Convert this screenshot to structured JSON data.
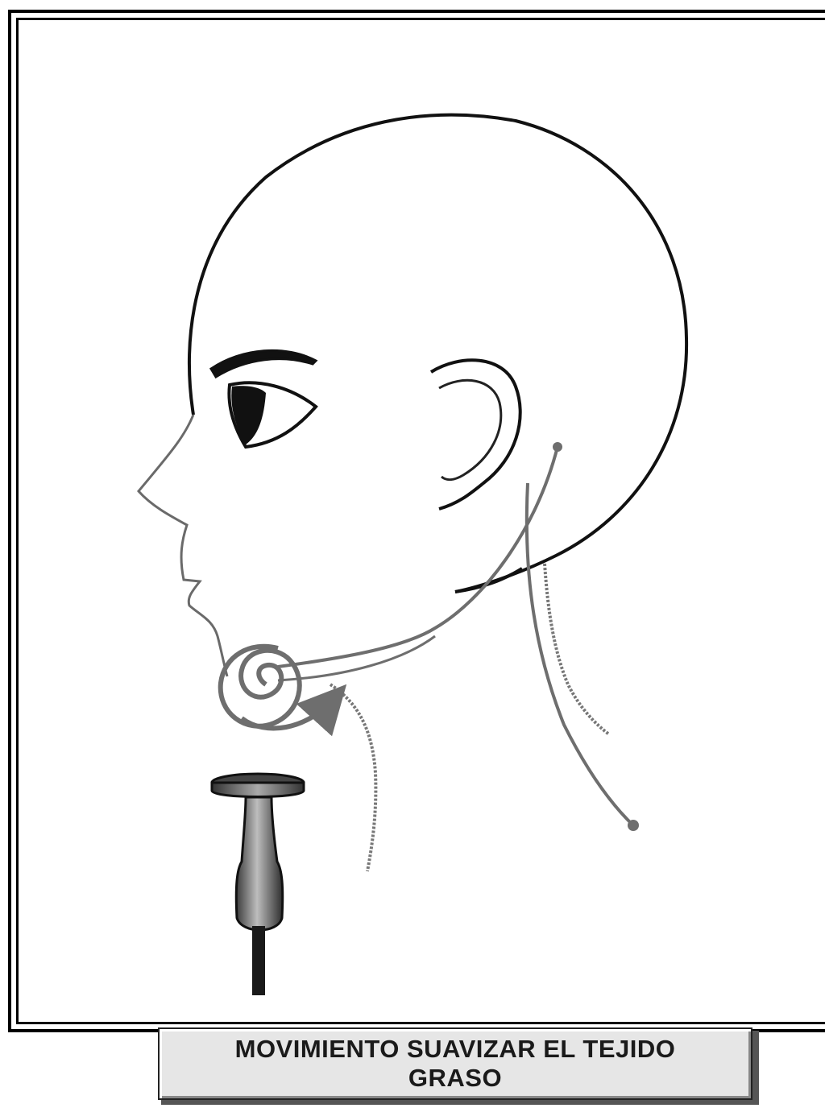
{
  "caption": {
    "text": "MOVIMIENTO SUAVIZAR EL TEJIDO GRASO"
  },
  "illustration": {
    "subject": "head-profile",
    "tool": "ultrasound-probe",
    "motion": "circular-spiral"
  },
  "colors": {
    "outline": "#111111",
    "guide_lines": "#707070",
    "probe": "#555555",
    "caption_bg": "#e6e6e6"
  }
}
